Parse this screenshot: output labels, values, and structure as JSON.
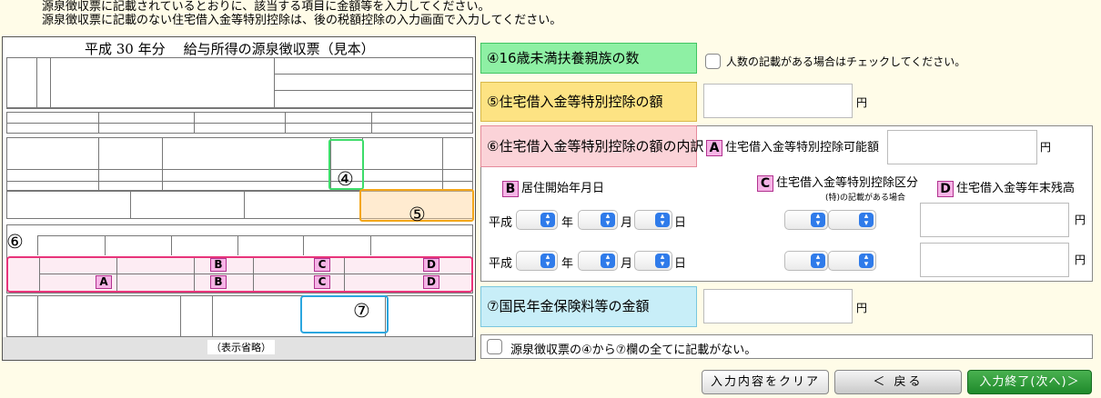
{
  "instructions": [
    "源泉徴収票に記載されているとおりに、該当する項目に金額等を入力してください。",
    "源泉徴収票に記載のない住宅借入金等特別控除は、後の税額控除の入力画面で入力してください。"
  ],
  "sample": {
    "era": "平成 30 年分",
    "title": "給与所得の源泉徴収票（見本）",
    "omitted": "（表示省略）",
    "markers": {
      "m4": "④",
      "m5": "⑤",
      "m6": "⑥",
      "m7": "⑦"
    },
    "letters": {
      "A": "A",
      "B": "B",
      "C": "C",
      "D": "D"
    }
  },
  "field4": {
    "label": "④16歳未満扶養親族の数",
    "checkbox_text": "人数の記載がある場合はチェックしてください。"
  },
  "field5": {
    "label": "⑤住宅借入金等特別控除の額",
    "unit": "円"
  },
  "field6": {
    "label": "⑥住宅借入金等特別控除の額の内訳",
    "a_tag": "A",
    "a_label": "住宅借入金等特別控除可能額",
    "a_unit": "円",
    "b_tag": "B",
    "b_label": "居住開始年月日",
    "c_tag": "C",
    "c_label": "住宅借入金等特別控除区分",
    "c_note": "(特)の記載がある場合",
    "d_tag": "D",
    "d_label": "住宅借入金等年末残高",
    "rows": [
      {
        "era": "平成",
        "year": "年",
        "month": "月",
        "day": "日",
        "unit": "円"
      },
      {
        "era": "平成",
        "year": "年",
        "month": "月",
        "day": "日",
        "unit": "円"
      }
    ]
  },
  "field7": {
    "label": "⑦国民年金保険料等の金額",
    "unit": "円"
  },
  "none_checkbox": "源泉徴収票の④から⑦欄の全てに記載がない。",
  "buttons": {
    "clear": "入力内容をクリア",
    "back": "＜ 戻る",
    "next": "入力終了(次へ)＞"
  }
}
